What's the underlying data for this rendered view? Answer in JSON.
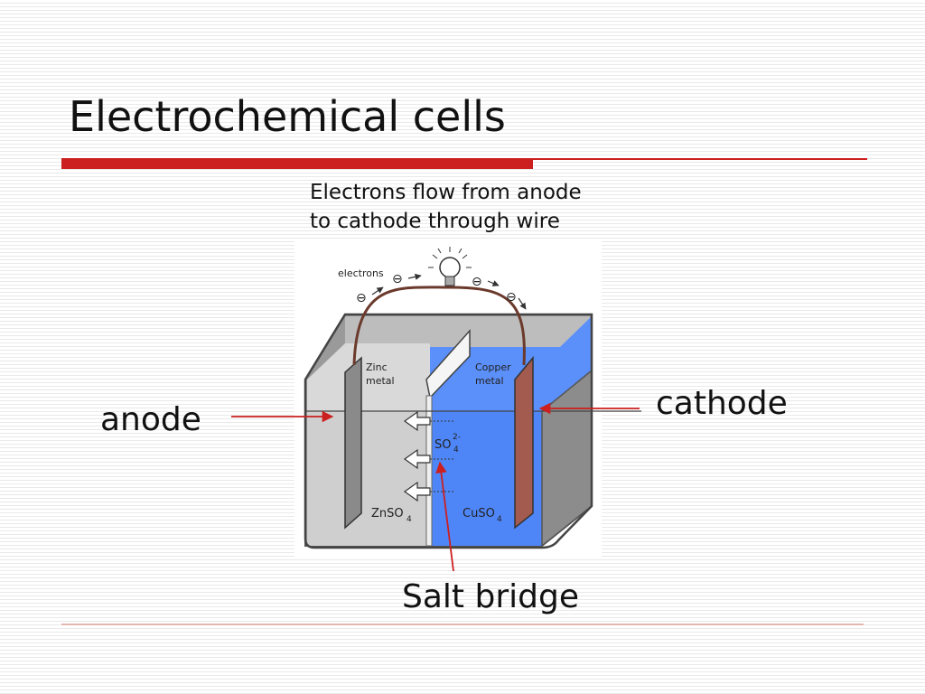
{
  "slide": {
    "title": "Electrochemical cells",
    "caption_line1": "Electrons flow from anode",
    "caption_line2": "to cathode through wire"
  },
  "callouts": {
    "anode": "anode",
    "cathode": "cathode",
    "salt_bridge": "Salt bridge"
  },
  "figure": {
    "electrons_label": "electrons",
    "zinc_line1": "Zinc",
    "zinc_line2": "metal",
    "copper_line1": "Copper",
    "copper_line2": "metal",
    "ion_base": "SO",
    "ion_sub": "4",
    "ion_sup": "2-",
    "left_solution_base": "ZnSO",
    "left_solution_sub": "4",
    "right_solution_base": "CuSO",
    "right_solution_sub": "4",
    "electron_symbol": "⊖"
  },
  "colors": {
    "title_rule": "#cc1f1f",
    "pointer_line": "#cc1f1f",
    "copper_solution": "#5b8ff9",
    "zinc_solution": "#cfcfcf",
    "copper_electrode": "#a45b4f",
    "zinc_electrode": "#8a8a8a",
    "container_wall": "#8c8c8c",
    "wire": "#6b3a2c"
  }
}
